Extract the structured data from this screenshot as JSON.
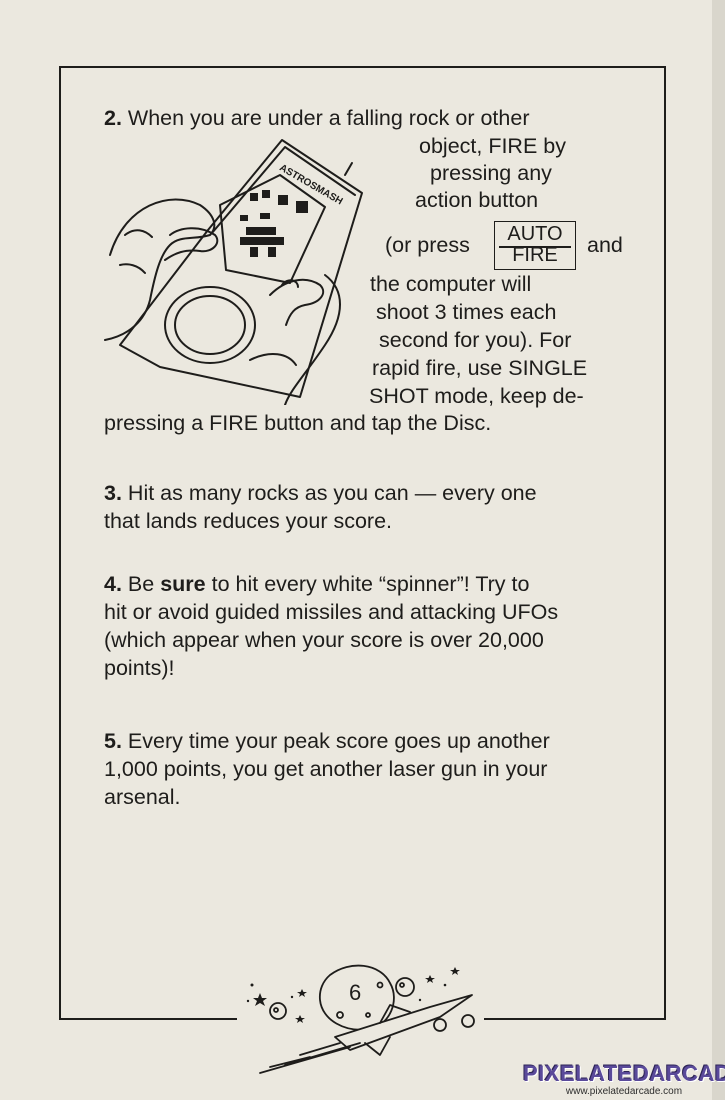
{
  "step2": {
    "number": "2.",
    "line1": "When you are under a falling rock or other",
    "line2": "object, FIRE by",
    "line3": "pressing any",
    "line4": "action button",
    "line5a": "(or press",
    "line5b": "and",
    "line6": "the computer will",
    "line7": "shoot 3 times each",
    "line8": "second for you). For",
    "line9": "rapid fire, use SINGLE",
    "line10": "SHOT mode, keep de-",
    "line11": "pressing a FIRE button and tap the Disc."
  },
  "auto_fire_button": {
    "top": "AUTO",
    "bottom": "FIRE"
  },
  "illustration": {
    "device_label": "ASTROSMASH"
  },
  "step3": {
    "number": "3.",
    "line1": "Hit as many rocks as you can — every one",
    "line2": "that lands reduces your score."
  },
  "step4": {
    "number": "4.",
    "line1a": "Be",
    "line1_bold": "sure",
    "line1b": "to hit every white “spinner”! Try to",
    "line2": "hit or avoid guided missiles and attacking UFOs",
    "line3": "(which appear when your score is over 20,000",
    "line4": "points)!"
  },
  "step5": {
    "number": "5.",
    "line1": "Every time your peak score goes up another",
    "line2": "1,000 points, you get another laser gun in your",
    "line3": "arsenal."
  },
  "page_number": "6",
  "watermark": {
    "title": "PIXELATEDARCADE",
    "url": "www.pixelatedarcade.com"
  },
  "colors": {
    "paper": "#ebe8df",
    "ink": "#1e1d1b",
    "watermark": "#5a4a9a"
  }
}
